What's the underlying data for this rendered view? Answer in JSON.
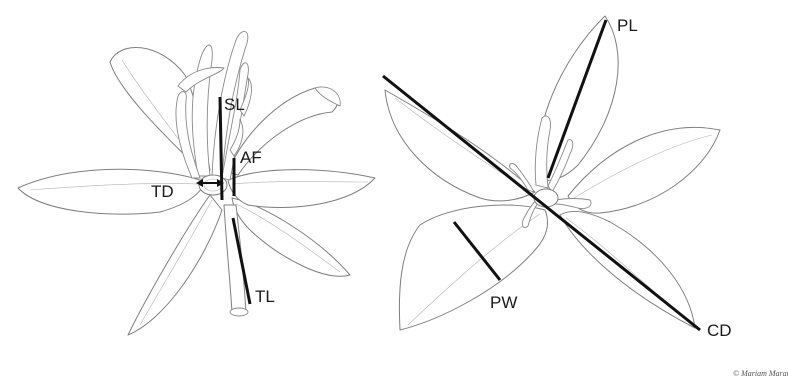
{
  "labels": {
    "sl": "SL",
    "af": "AF",
    "td": "TD",
    "tl": "TL",
    "pl": "PL",
    "pw": "PW",
    "cd": "CD"
  },
  "credit": "© Mariam Marana"
}
